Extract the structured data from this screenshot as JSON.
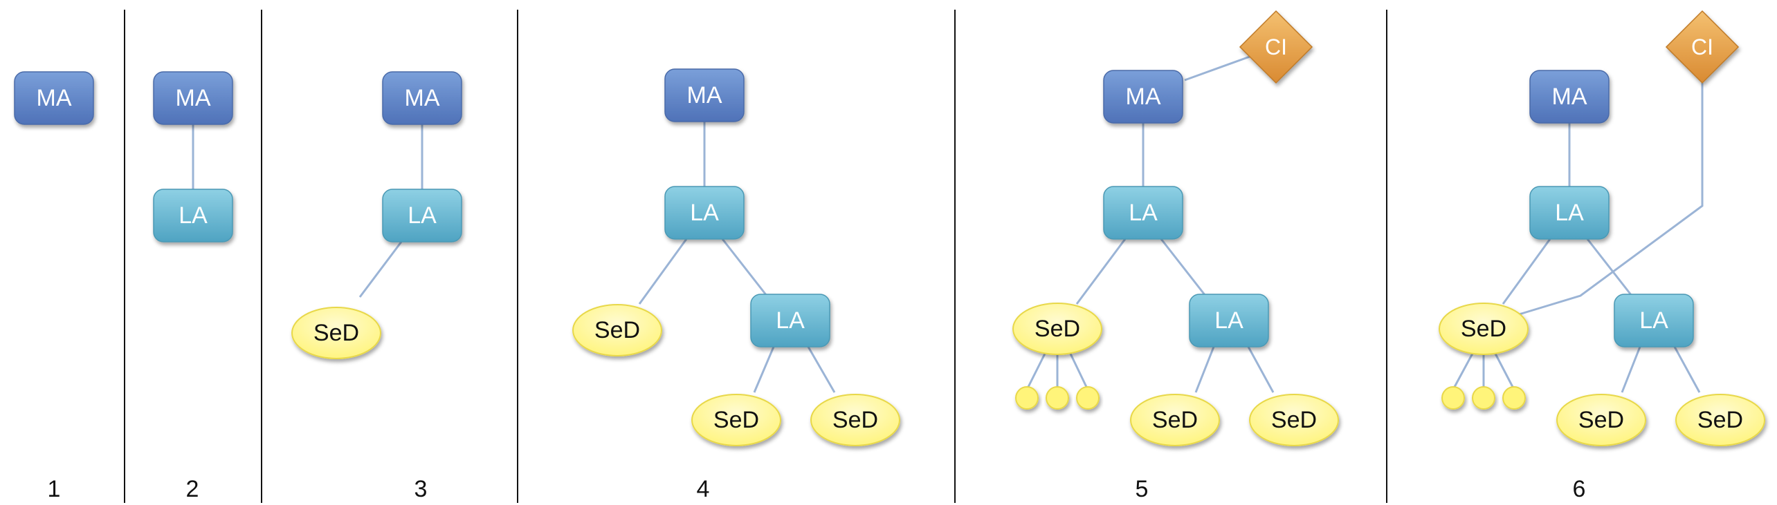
{
  "labels": {
    "ma": "MA",
    "la": "LA",
    "sed": "SeD",
    "ci": "CI"
  },
  "panels": [
    {
      "number": "1"
    },
    {
      "number": "2"
    },
    {
      "number": "3"
    },
    {
      "number": "4"
    },
    {
      "number": "5"
    },
    {
      "number": "6"
    }
  ],
  "colors": {
    "ma_top": "#7a9fd9",
    "ma_bottom": "#4f72b8",
    "la_top": "#8ed0e4",
    "la_bottom": "#4fa3c2",
    "sed_fill": "#fff47a",
    "sed_stroke": "#e8d84a",
    "ci_top": "#f4c070",
    "ci_bottom": "#d98a32",
    "edge": "#9bb4d6",
    "divider": "#111111",
    "node_text_light": "#ffffff",
    "node_text_dark": "#111111"
  }
}
